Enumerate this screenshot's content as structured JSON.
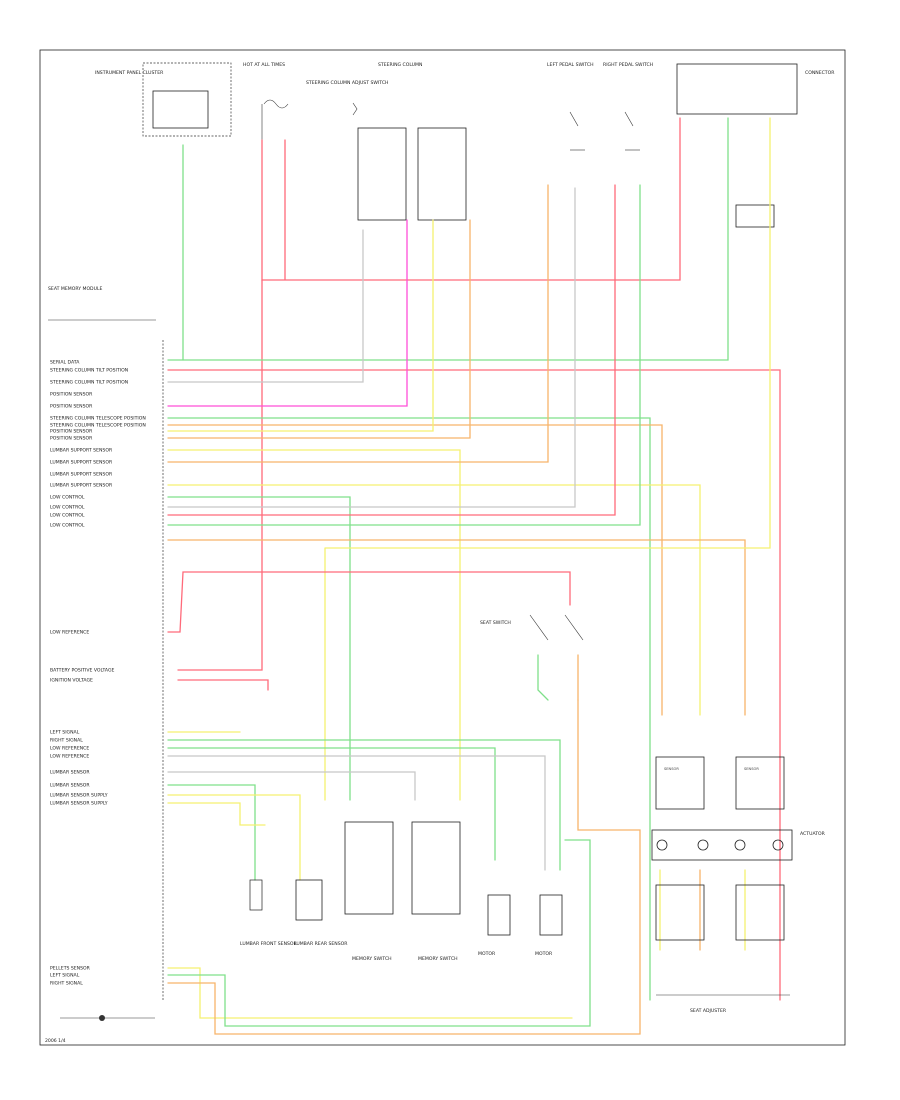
{
  "colors": {
    "green": "#7fe08a",
    "red": "#ff6a7a",
    "pink": "#ff4fd8",
    "yellow": "#f5f070",
    "orange": "#f7b46a",
    "gray": "#c8c8c8",
    "black": "#222222"
  },
  "footer": {
    "ref": "2006 1/4"
  },
  "module": {
    "label": "SEAT MEMORY MODULE"
  },
  "pin_labels": [
    "SERIAL DATA",
    "STEERING COLUMN TILT POSITION",
    "STEERING COLUMN TILT POSITION",
    "POSITION SENSOR",
    "POSITION SENSOR",
    "STEERING COLUMN TELESCOPE POSITION",
    "STEERING COLUMN TELESCOPE POSITION",
    "POSITION SENSOR",
    "POSITION SENSOR",
    "LUMBAR SUPPORT SENSOR",
    "LUMBAR SUPPORT SENSOR",
    "LUMBAR SUPPORT SENSOR",
    "LUMBAR SUPPORT SENSOR",
    "LOW CONTROL",
    "LOW CONTROL",
    "LOW CONTROL",
    "LOW CONTROL",
    "LOW REFERENCE",
    "BATTERY POSITIVE VOLTAGE",
    "IGNITION VOLTAGE",
    "LEFT SIGNAL",
    "RIGHT SIGNAL",
    "LOW REFERENCE",
    "LOW REFERENCE",
    "LUMBAR SENSOR",
    "LUMBAR SENSOR",
    "LUMBAR SENSOR SUPPLY",
    "LUMBAR SENSOR SUPPLY",
    "PELLETS SENSOR",
    "LEFT SIGNAL",
    "RIGHT SIGNAL"
  ],
  "components": {
    "cluster": "INSTRUMENT PANEL CLUSTER",
    "fuse": "HOT AT ALL TIMES",
    "adj_switch": "STEERING COLUMN ADJUST SWITCH",
    "steer_col": "STEERING COLUMN",
    "left_pedal": "LEFT PEDAL SWITCH",
    "right_pedal": "RIGHT PEDAL SWITCH",
    "ground_conn": "CONNECTOR",
    "seat_switch": "SEAT SWITCH",
    "memory_sw_left": "MEMORY SWITCH",
    "memory_sw_right": "MEMORY SWITCH",
    "lumbar_front": "LUMBAR FRONT SENSOR",
    "lumbar_rear": "LUMBAR REAR SENSOR",
    "motor_left": "MOTOR",
    "motor_right": "MOTOR",
    "sensor_left": "SENSOR",
    "sensor_right": "SENSOR",
    "actuator": "ACTUATOR",
    "bottom_right": "SEAT ADJUSTER"
  }
}
